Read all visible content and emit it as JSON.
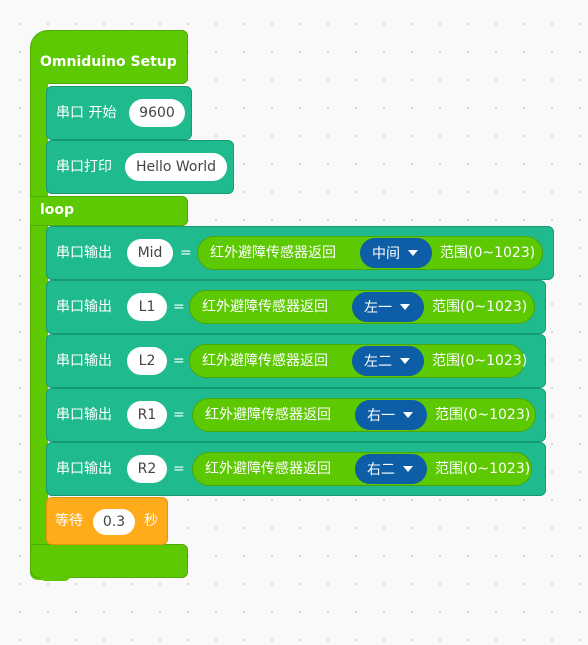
{
  "setup": {
    "title": "Omniduino Setup",
    "serial_begin": {
      "label": "串口 开始",
      "baud": "9600"
    },
    "serial_print": {
      "label": "串口打印",
      "text": "Hello World"
    }
  },
  "loop": {
    "title": "loop",
    "outputs": [
      {
        "label": "串口输出",
        "name": "Mid",
        "eq": "=",
        "sensor": "红外避障传感器返回",
        "option": "中间",
        "range": "范围(0~1023)"
      },
      {
        "label": "串口输出",
        "name": "L1",
        "eq": "=",
        "sensor": "红外避障传感器返回",
        "option": "左一",
        "range": "范围(0~1023)"
      },
      {
        "label": "串口输出",
        "name": "L2",
        "eq": "=",
        "sensor": "红外避障传感器返回",
        "option": "左二",
        "range": "范围(0~1023)"
      },
      {
        "label": "串口输出",
        "name": "R1",
        "eq": "=",
        "sensor": "红外避障传感器返回",
        "option": "右一",
        "range": "范围(0~1023)"
      },
      {
        "label": "串口输出",
        "name": "R2",
        "eq": "=",
        "sensor": "红外避障传感器返回",
        "option": "右二",
        "range": "范围(0~1023)"
      }
    ],
    "wait": {
      "label": "等待",
      "value": "0.3",
      "unit": "秒"
    }
  },
  "colors": {
    "setup_green": "#5cc902",
    "serial_teal": "#1fbb8e",
    "dropdown_blue": "#0d5ea6",
    "wait_orange": "#ffab1a"
  }
}
